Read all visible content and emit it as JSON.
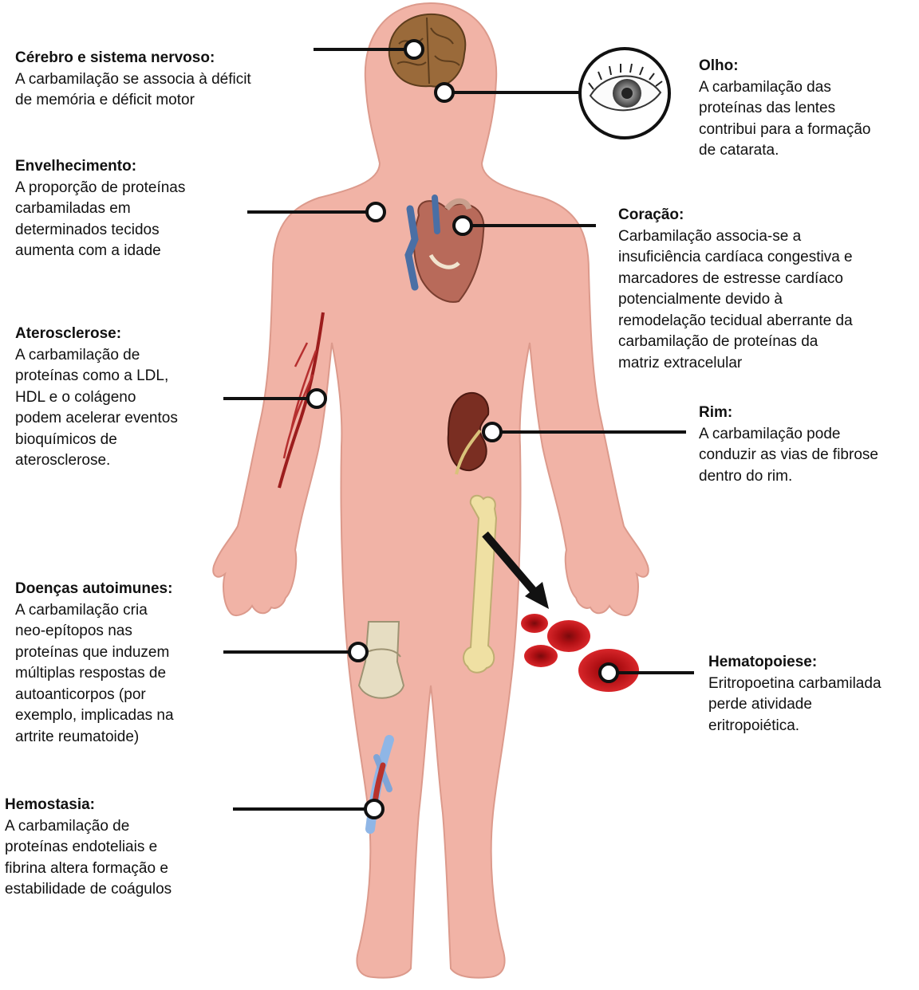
{
  "colors": {
    "skin": "#f1b3a6",
    "skin_edge": "#d98f80",
    "brain": "#9a6a3a",
    "heart": "#b86a5a",
    "kidney": "#7a2e22",
    "blood_cell": "#c4141a",
    "bone": "#efe0a3",
    "line": "#111111"
  },
  "callouts": {
    "cerebro": {
      "title": "Cérebro e sistema nervoso:",
      "text": "A carbamilação se associa à déficit\nde memória e déficit motor"
    },
    "olho": {
      "title": "Olho:",
      "text": "A carbamilação das\nproteínas das lentes\ncontribui para a formação\nde catarata."
    },
    "envelhecimento": {
      "title": "Envelhecimento:",
      "text": "A proporção de proteínas\ncarbamiladas em\ndeterminados tecidos\naumenta com a idade"
    },
    "coracao": {
      "title": "Coração:",
      "text": "Carbamilação associa-se a\ninsuficiência cardíaca congestiva e\nmarcadores de estresse cardíaco\npotencialmente devido à\nremodelação tecidual aberrante da\ncarbamilação de proteínas da\nmatriz extracelular"
    },
    "aterosclerose": {
      "title": "Aterosclerose:",
      "text": "A carbamilação de\nproteínas como a LDL,\nHDL e o colágeno\npodem acelerar eventos\nbioquímicos de\naterosclerose."
    },
    "rim": {
      "title": "Rim:",
      "text": "A carbamilação pode\nconduzir as vias de fibrose\ndentro do rim."
    },
    "autoimunes": {
      "title": "Doenças autoimunes:",
      "text": "A carbamilação cria\nneo-epítopos nas\nproteínas que induzem\nmúltiplas respostas de\nautoanticorpos (por\nexemplo, implicadas na\nartrite reumatoide)"
    },
    "hematopoiese": {
      "title": "Hematopoiese:",
      "text": "Eritropoetina carbamilada\nperde atividade\neritropoiética."
    },
    "hemostasia": {
      "title": "Hemostasia:",
      "text": "A carbamilação de\nproteínas endoteliais e\nfibrina altera formação e\nestabilidade de coágulos"
    }
  }
}
